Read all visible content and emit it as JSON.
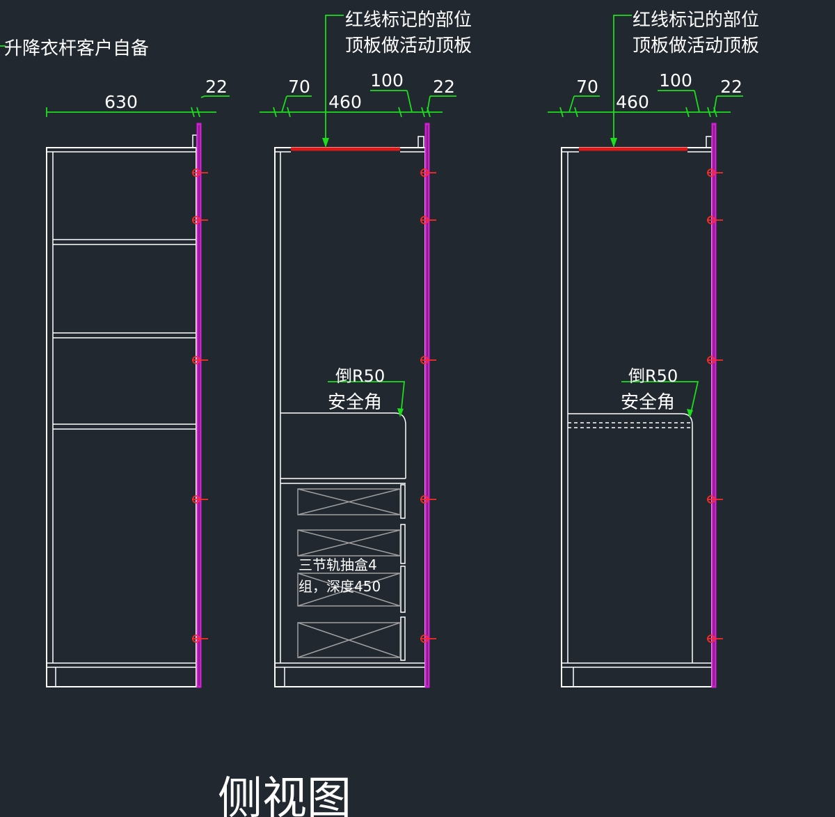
{
  "notes": {
    "hanger_rod": "升降衣杆客户自备",
    "red_mark_line1": "红线标记的部位",
    "red_mark_line2": "顶板做活动顶板",
    "corner_line1": "倒R50",
    "corner_line2": "安全角",
    "drawer_line1": "三节轨抽盒4",
    "drawer_line2": "组，深度450"
  },
  "dimensions": {
    "cab1_depth": "630",
    "cab1_door": "22",
    "cab2_front": "70",
    "cab2_mid": "460",
    "cab2_rear": "100",
    "cab2_door": "22",
    "cab3_front": "70",
    "cab3_mid": "460",
    "cab3_rear": "100",
    "cab3_door": "22"
  },
  "title": "侧视图",
  "colors": {
    "background": "#212830",
    "dimension": "#1edc1e",
    "outline": "#ffffff",
    "door_panel": "#d21ed2",
    "hinge": "#ff2a2a",
    "removable_top": "#e01818"
  }
}
